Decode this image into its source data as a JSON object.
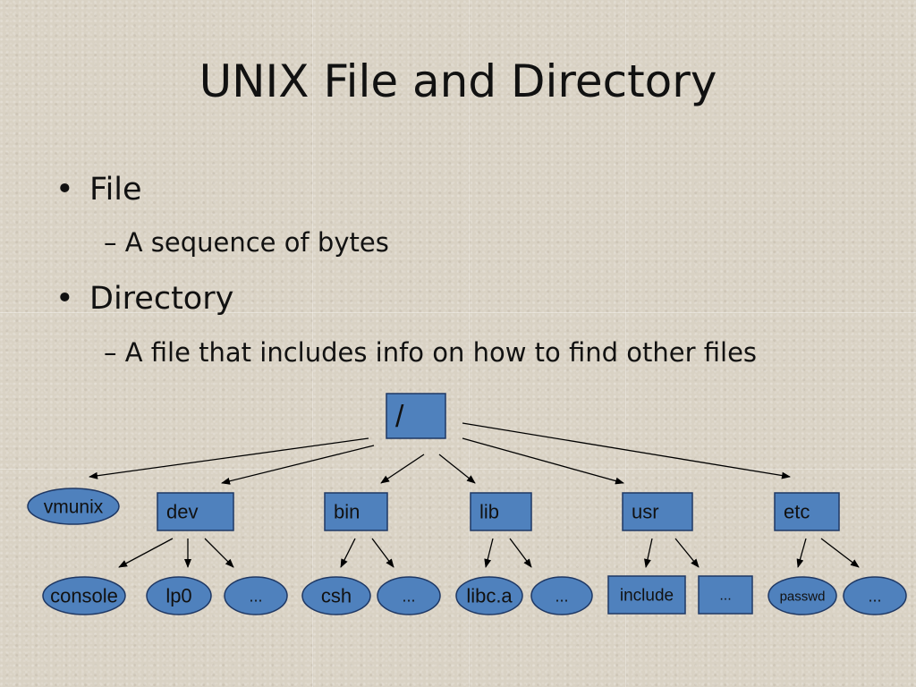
{
  "title": "UNIX File and Directory",
  "bullets": [
    {
      "marker": "•",
      "text": "File",
      "sub": {
        "marker": "–",
        "text": "A sequence of bytes"
      }
    },
    {
      "marker": "•",
      "text": "Directory",
      "sub": {
        "marker": "–",
        "text": "A file that includes info on how to find other files"
      }
    }
  ],
  "colors": {
    "node_fill": "#4f81bd",
    "node_stroke": "#1f3864",
    "arrow": "#000000"
  },
  "tree": {
    "root": {
      "label": "/",
      "shape": "rect"
    },
    "level1": [
      {
        "label": "vmunix",
        "shape": "ellipse"
      },
      {
        "label": "dev",
        "shape": "rect"
      },
      {
        "label": "bin",
        "shape": "rect"
      },
      {
        "label": "lib",
        "shape": "rect"
      },
      {
        "label": "usr",
        "shape": "rect"
      },
      {
        "label": "etc",
        "shape": "rect"
      }
    ],
    "level2": [
      {
        "label": "console",
        "shape": "ellipse",
        "parent": "dev"
      },
      {
        "label": "lp0",
        "shape": "ellipse",
        "parent": "dev"
      },
      {
        "label": "...",
        "shape": "ellipse",
        "parent": "dev"
      },
      {
        "label": "csh",
        "shape": "ellipse",
        "parent": "bin"
      },
      {
        "label": "...",
        "shape": "ellipse",
        "parent": "bin"
      },
      {
        "label": "libc.a",
        "shape": "ellipse",
        "parent": "lib"
      },
      {
        "label": "...",
        "shape": "ellipse",
        "parent": "lib"
      },
      {
        "label": "include",
        "shape": "rect",
        "parent": "usr"
      },
      {
        "label": "...",
        "shape": "rect",
        "parent": "usr"
      },
      {
        "label": "passwd",
        "shape": "ellipse",
        "parent": "etc"
      },
      {
        "label": "...",
        "shape": "ellipse",
        "parent": "etc"
      }
    ]
  }
}
